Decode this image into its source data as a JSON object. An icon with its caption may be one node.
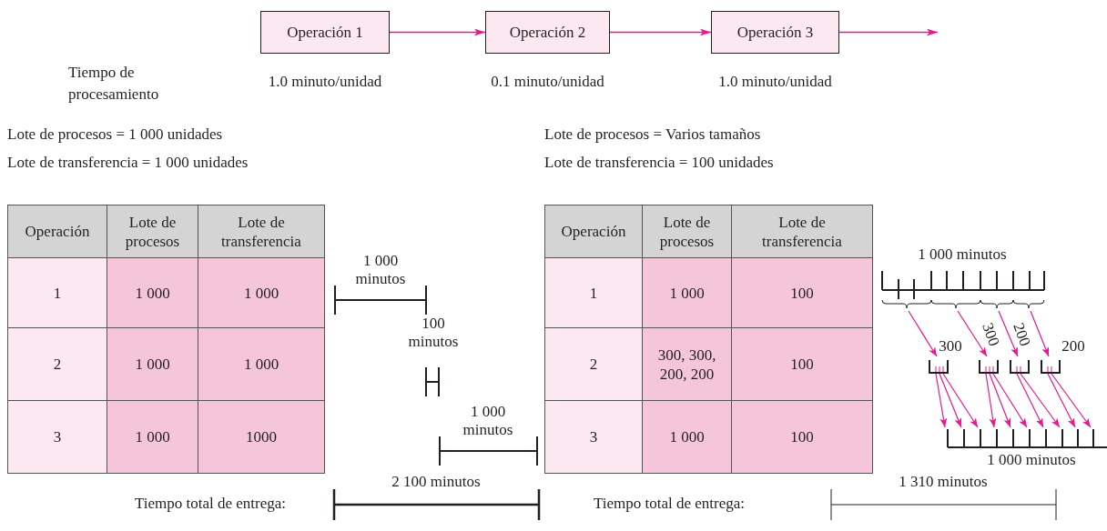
{
  "diagram": {
    "nodes": [
      {
        "text": [
          "Operación 1"
        ],
        "beside": [
          "1.0 minuto/unidad"
        ]
      },
      {
        "text": [
          "Operación 2"
        ],
        "beside": [
          "0.1 minuto/unidad"
        ]
      },
      {
        "text": [
          "Operación 3"
        ],
        "beside": [
          "1.0 minuto/unidad"
        ]
      }
    ],
    "edges": [
      {
        "from": 0,
        "to": 1,
        "arrow": "to"
      },
      {
        "from": 1,
        "to": 2,
        "arrow": "to"
      },
      {
        "from": 2,
        "to": null,
        "arrow": "to"
      }
    ],
    "labels": [
      "Tiempo de procesamiento",
      "Lote de procesos = 1 000 unidades",
      "Lote de transferencia = 1 000 unidades",
      "Operación",
      "Lote de procesos",
      "Lote de transferencia",
      "1",
      "1 000",
      "1 000",
      "2",
      "1 000",
      "1 000",
      "3",
      "1 000",
      "1000",
      "1 000 minutos",
      "100 minutos",
      "1 000 minutos",
      "Lote de procesos = Varios tamaños",
      "Lote de transferencia = 100 unidades",
      "Operación",
      "Lote de procesos",
      "Lote de transferencia",
      "1",
      "1 000",
      "100",
      "2",
      "300, 300, 200, 200",
      "100",
      "3",
      "1 000",
      "100",
      "1 000 minutos",
      "300",
      "300",
      "200",
      "200",
      "1 000 minutos",
      "Tiempo total de entrega:",
      "2 100 minutos",
      "Tiempo total de entrega:",
      "1 310 minutos"
    ]
  }
}
